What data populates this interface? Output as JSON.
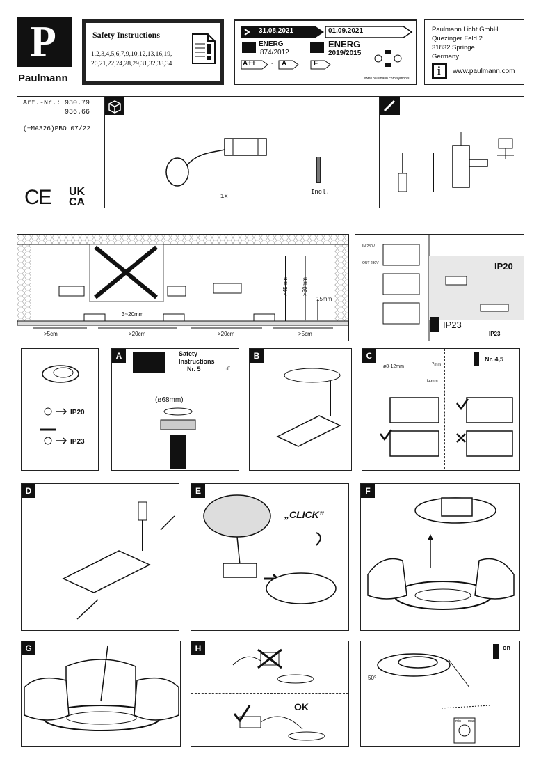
{
  "brand": {
    "logo_letter": "P",
    "name": "Paulmann"
  },
  "safety": {
    "title": "Safety  Instructions",
    "numbers_line1": "1,2,3,4,5,6,7,9,10,12,13,16,19,",
    "numbers_line2": "20,21,22,24,28,29,31,32,33,34"
  },
  "energy": {
    "date_old": "31.08.2021",
    "date_new": "01.09.2021",
    "label_word": "ENERG",
    "reg_old": "874/2012",
    "reg_new": "2019/2015",
    "class_old_from": "A++",
    "class_dash": "-",
    "class_old_to": "A",
    "class_new": "F",
    "url": "www.paulmann.com/symbols"
  },
  "company": {
    "line1": "Paulmann Licht GmbH",
    "line2": "Quezinger Feld 2",
    "line3": "31832 Springe",
    "line4": "Germany",
    "info_icon_char": "i",
    "website": "www.paulmann.com"
  },
  "article": {
    "label": "Art.-Nr.:",
    "num1": "930.79",
    "num2": "936.66",
    "code": "(+MA326)PBO 07/22",
    "ce_mark": "CE",
    "ukca_line1": "UK",
    "ukca_line2": "CA"
  },
  "contents": {
    "qty_lamp": "1x",
    "incl": "Incl."
  },
  "installation": {
    "dim_left": ">5cm",
    "dim_gap": "3~20mm",
    "dim_mid1": ">20cm",
    "dim_mid2": ">20cm",
    "dim_right": ">5cm",
    "depth_45": ">45mm",
    "depth_30": ">30mm",
    "depth_15": "15mm"
  },
  "wiring": {
    "in_label": "IN 230V",
    "out_label": "OUT 230V",
    "ip20": "IP20",
    "ip23": "IP23",
    "ip23_small": "IP23"
  },
  "ip_panel": {
    "ip20": "IP20",
    "ip23": "IP23"
  },
  "steps": {
    "A": {
      "letter": "A",
      "safety_line1": "Safety",
      "safety_line2": "Instructions",
      "nr": "Nr. 5",
      "off": "off",
      "hole": "(ø68mm)"
    },
    "B": {
      "letter": "B"
    },
    "C": {
      "letter": "C",
      "strip1": "ø8-12mm",
      "strip2": "7mm",
      "strip3": "14mm",
      "nr": "Nr. 4,5"
    },
    "D": {
      "letter": "D"
    },
    "E": {
      "letter": "E",
      "click": "„CLICK”"
    },
    "F": {
      "letter": "F"
    },
    "G": {
      "letter": "G"
    },
    "H": {
      "letter": "H",
      "ok": "OK"
    },
    "I": {
      "angle": "50°",
      "on": "on",
      "dim_min": "min",
      "dim_max": "max"
    }
  }
}
